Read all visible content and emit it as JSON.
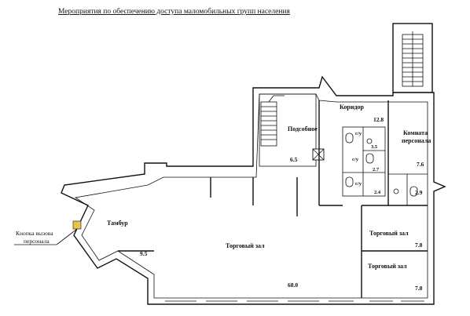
{
  "title": "Мероприятия по обеспечению доступа маломобильных групп населения",
  "rooms": {
    "podsobnoe": "Подсобное",
    "koridor": "Коридор",
    "komnata_line1": "Комната",
    "komnata_line2": "персонала",
    "tambur": "Тамбур",
    "torgovyi_main": "Торговый зал",
    "torgovyi_right1": "Торговый зал",
    "torgovyi_right2": "Торговый зал",
    "wc1": "с/у",
    "wc2": "с/у",
    "wc3": "с/у"
  },
  "areas": {
    "podsobnoe": "6.5",
    "koridor": "12.8",
    "wc_a": "3.5",
    "wc_b": "2.7",
    "wc_c": "2.4",
    "komnata": "7.6",
    "komnata_wc": "2.9",
    "tambur": "9.5",
    "main_hall": "68.0",
    "right_hall_1": "7.8",
    "right_hall_2": "7.8"
  },
  "callout": {
    "line1": "Кнопка вызова",
    "line2": "персонала"
  },
  "colors": {
    "wall": "#111111",
    "button": "#e8c44a"
  },
  "icons": [
    "call-button-icon",
    "toilet-icon",
    "sink-icon",
    "staircase-icon"
  ]
}
